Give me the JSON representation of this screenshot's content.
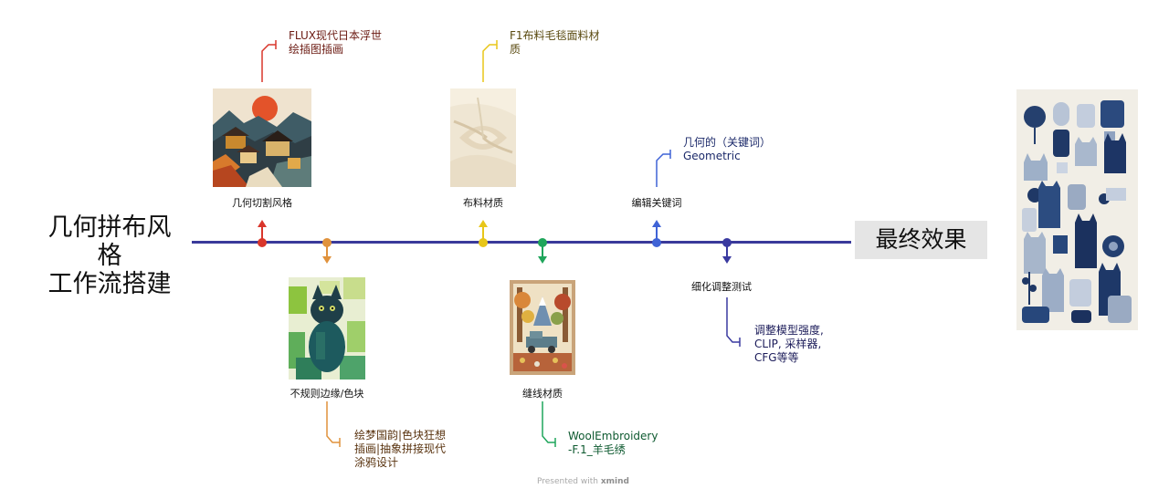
{
  "title": "几何拼布风格\n工作流搭建",
  "final_label": "最终效果",
  "footer": {
    "prefix": "Presented with",
    "brand": "xmind"
  },
  "colors": {
    "timeline": "#3a3a9a",
    "red": "#d9362b",
    "orange": "#e0923c",
    "yellow": "#e8c619",
    "green": "#1fa55b",
    "blue": "#3f63d6",
    "indigo": "#3a3aa0"
  },
  "nodes": [
    {
      "label": "几何切割风格",
      "note": "FLUX现代日本浮世\n绘插图插画",
      "color": "red"
    },
    {
      "label": "不规则边缘/色块",
      "note": "绘梦国韵|色块狂想\n插画|抽象拼接现代\n涂鸦设计",
      "color": "orange"
    },
    {
      "label": "布料材质",
      "note": "F1布料毛毯面料材\n质",
      "color": "yellow"
    },
    {
      "label": "缝线材质",
      "note": "WoolEmbroidery\n-F.1_羊毛绣",
      "color": "green"
    },
    {
      "label": "编辑关键词",
      "note": "几何的（关键词）\nGeometric",
      "color": "blue"
    },
    {
      "label": "细化调整测试",
      "note": "调整模型强度,\nCLIP, 采样器,\nCFG等等",
      "color": "indigo"
    }
  ],
  "images": [
    {
      "name": "ukiyoe-landscape-image",
      "caption": "几何切割风格"
    },
    {
      "name": "abstract-cat-image",
      "caption": "不规则边缘/色块"
    },
    {
      "name": "cream-fabric-image",
      "caption": "布料材质"
    },
    {
      "name": "embroidered-forest-image",
      "caption": "缝线材质"
    },
    {
      "name": "patchwork-cats-result-image",
      "caption": "最终效果"
    }
  ]
}
